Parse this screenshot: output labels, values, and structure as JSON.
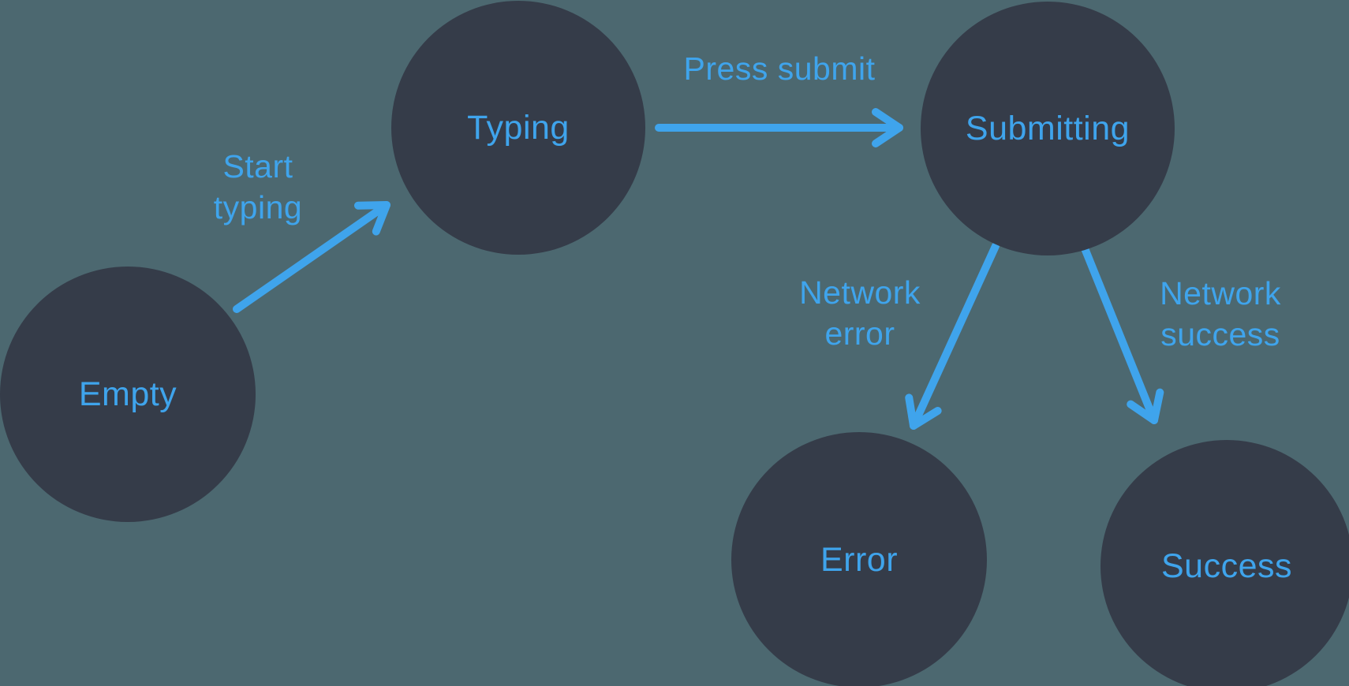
{
  "diagram": {
    "type": "state-machine",
    "colors": {
      "background": "#4c6870",
      "node_fill": "#353c49",
      "accent": "#3fa4ec"
    },
    "nodes": [
      {
        "id": "empty",
        "label": "Empty"
      },
      {
        "id": "typing",
        "label": "Typing"
      },
      {
        "id": "submitting",
        "label": "Submitting"
      },
      {
        "id": "error",
        "label": "Error"
      },
      {
        "id": "success",
        "label": "Success"
      }
    ],
    "transitions": [
      {
        "from": "empty",
        "to": "typing",
        "label_lines": [
          "Start",
          "typing"
        ]
      },
      {
        "from": "typing",
        "to": "submitting",
        "label_lines": [
          "Press submit"
        ]
      },
      {
        "from": "submitting",
        "to": "error",
        "label_lines": [
          "Network",
          "error"
        ]
      },
      {
        "from": "submitting",
        "to": "success",
        "label_lines": [
          "Network",
          "success"
        ]
      }
    ]
  }
}
